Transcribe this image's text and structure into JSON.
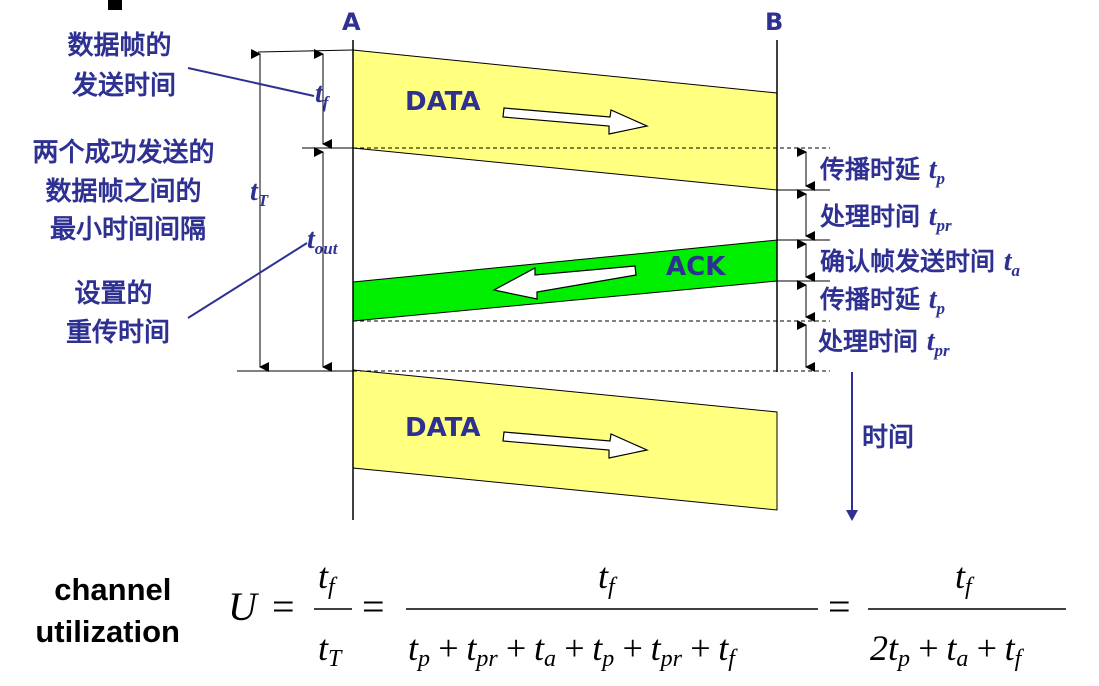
{
  "stations": {
    "a": "A",
    "b": "B"
  },
  "frames": {
    "data1": "DATA",
    "ack": "ACK",
    "data2": "DATA"
  },
  "left_labels": {
    "send_time": [
      "数据帧的",
      "发送时间"
    ],
    "min_interval": [
      "两个成功发送的",
      "数据帧之间的",
      "最小时间间隔"
    ],
    "retransmit": [
      "设置的",
      "重传时间"
    ]
  },
  "symbols": {
    "tf": {
      "base": "t",
      "sub": "f"
    },
    "tT": {
      "base": "t",
      "sub": "T"
    },
    "tout": {
      "base": "t",
      "sub": "out"
    }
  },
  "right_labels": [
    {
      "text": "传播时延 ",
      "base": "t",
      "sub": "p"
    },
    {
      "text": "处理时间 ",
      "base": "t",
      "sub": "pr"
    },
    {
      "text": "确认帧发送时间 ",
      "base": "t",
      "sub": "a"
    },
    {
      "text": "传播时延 ",
      "base": "t",
      "sub": "p"
    },
    {
      "text": "处理时间 ",
      "base": "t",
      "sub": "pr"
    }
  ],
  "time_label": "时间",
  "formula": {
    "caption": [
      "channel",
      "utilization"
    ],
    "lhs": "U",
    "eq": "=",
    "plus": "+",
    "two": "2"
  },
  "colors": {
    "data": "#ffff80",
    "ack": "#00ee00",
    "label": "#2e3192",
    "line": "#000000"
  }
}
